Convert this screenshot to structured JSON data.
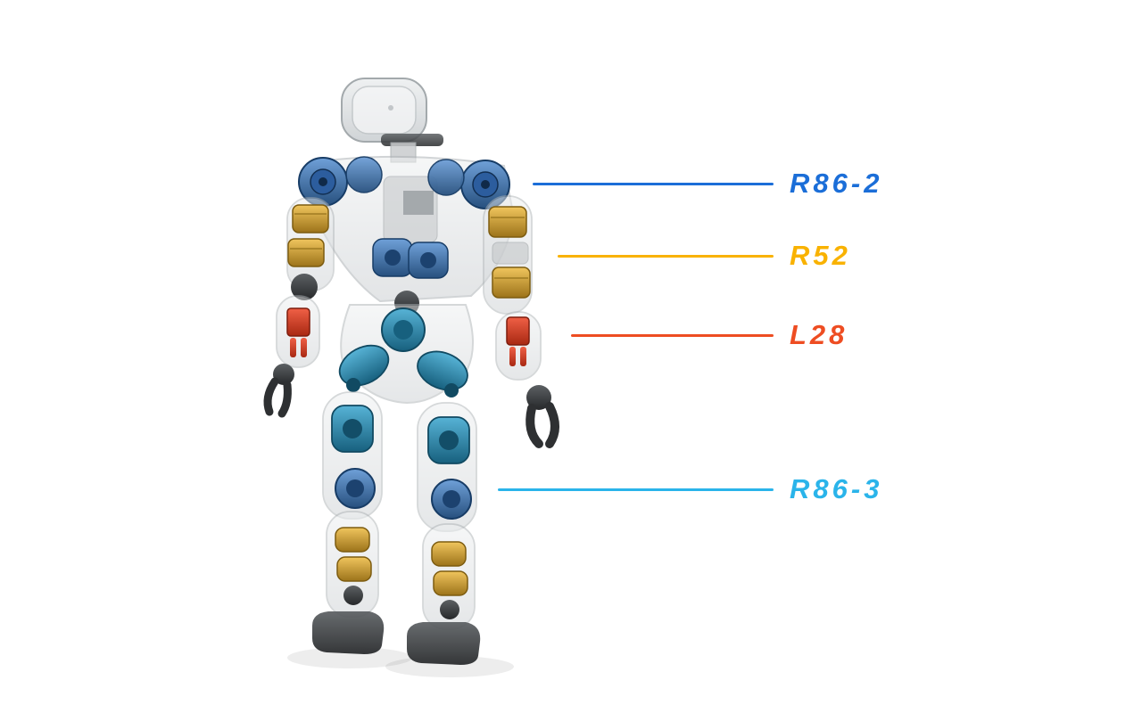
{
  "callouts": [
    {
      "label": "R86-2",
      "color": "#1b6ed8",
      "points_to": "shoulder-actuator"
    },
    {
      "label": "R52",
      "color": "#f9b200",
      "points_to": "upper-arm-actuator"
    },
    {
      "label": "L28",
      "color": "#ee4d22",
      "points_to": "forearm-actuator"
    },
    {
      "label": "R86-3",
      "color": "#2ab4ea",
      "points_to": "knee-actuator"
    }
  ],
  "figure_colors": {
    "body_shell": "#d9dcde",
    "shoulder_knee_actuator_blue": "#2c5d9e",
    "hip_actuator_teal": "#1f7d9e",
    "arm_ankle_actuator_gold": "#d09a22",
    "forearm_actuator_red": "#d63a1c",
    "hands_feet_dark": "#3a3d40",
    "background": "#ffffff"
  }
}
